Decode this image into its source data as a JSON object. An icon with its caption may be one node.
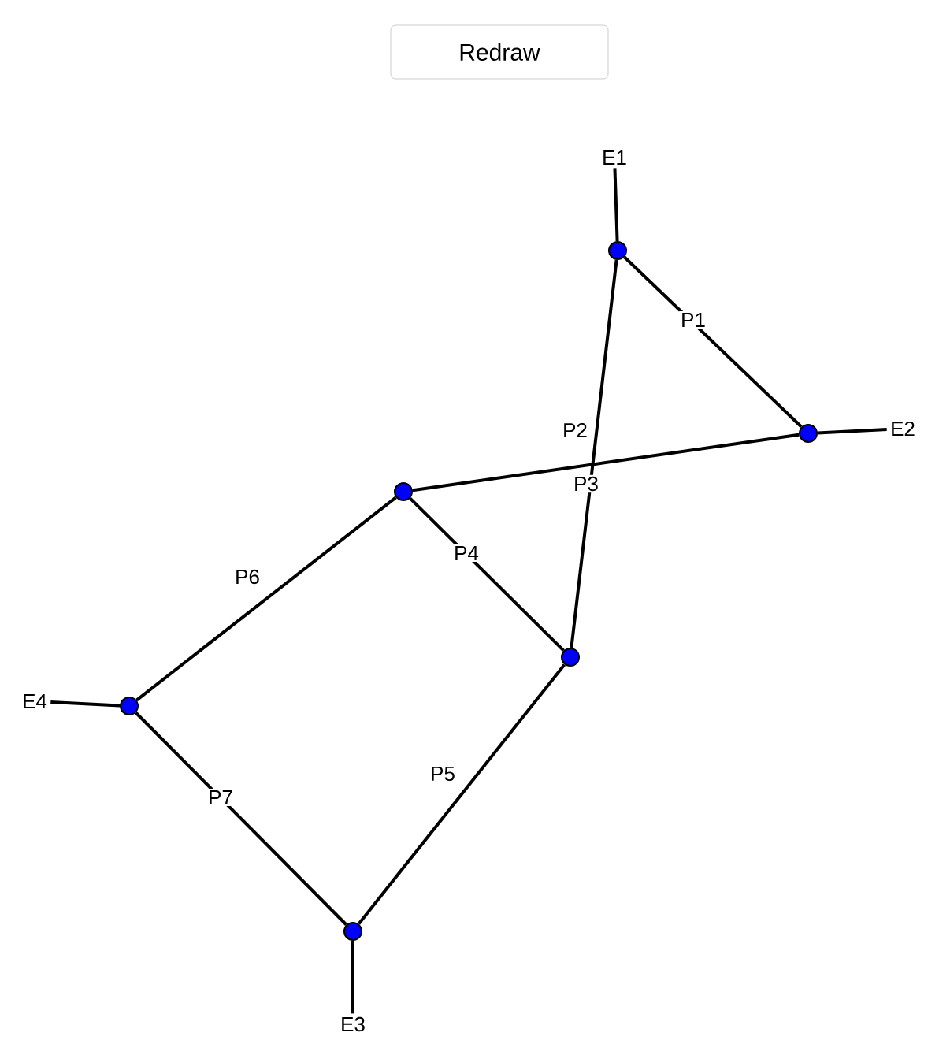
{
  "diagram": {
    "nodes": [
      {
        "text": [
          "E1"
        ]
      },
      {
        "text": [],
        "shape": "circle"
      },
      {
        "text": [
          "E2"
        ]
      },
      {
        "text": [],
        "shape": "circle"
      },
      {
        "text": [],
        "shape": "circle"
      },
      {
        "text": [],
        "shape": "circle"
      },
      {
        "text": [
          "E4"
        ]
      },
      {
        "text": [],
        "shape": "circle"
      },
      {
        "text": [],
        "shape": "circle"
      },
      {
        "text": [
          "E3"
        ]
      }
    ],
    "edges": [
      {
        "from": 0,
        "to": 1,
        "arrow": "none"
      },
      {
        "from": 2,
        "to": 3,
        "arrow": "none"
      },
      {
        "from": 9,
        "to": 8,
        "arrow": "none"
      },
      {
        "from": 6,
        "to": 7,
        "arrow": "none"
      },
      {
        "from": 1,
        "to": 3,
        "arrow": "none",
        "label": "P1"
      },
      {
        "from": 1,
        "to": 5,
        "arrow": "none",
        "label": "P2"
      },
      {
        "from": 4,
        "to": 3,
        "arrow": "none",
        "label": "P3"
      },
      {
        "from": 4,
        "to": 5,
        "arrow": "none",
        "label": "P4"
      },
      {
        "from": 5,
        "to": 8,
        "arrow": "none",
        "label": "P5"
      },
      {
        "from": 4,
        "to": 7,
        "arrow": "none",
        "label": "P6"
      },
      {
        "from": 7,
        "to": 8,
        "arrow": "none",
        "label": "P7"
      }
    ],
    "labels": [
      "Redraw"
    ]
  }
}
